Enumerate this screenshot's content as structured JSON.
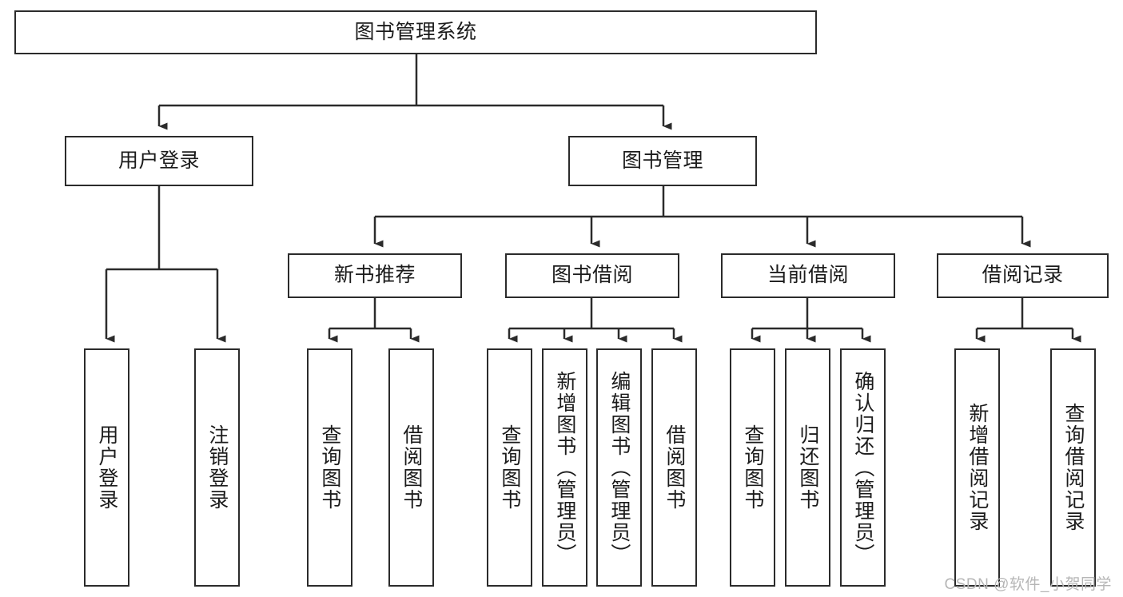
{
  "diagram": {
    "type": "tree-hierarchy-functional-decomposition",
    "title": "图书管理系统",
    "watermark": "CSDN @软件_小贺同学",
    "colors": {
      "stroke": "#2b2b2b",
      "fill": "#ffffff",
      "text": "#1b1b1b",
      "watermark": "#b6b6b6"
    },
    "levels": [
      {
        "level": 0,
        "nodes": [
          {
            "id": "root",
            "label": "图书管理系统",
            "orientation": "horizontal"
          }
        ]
      },
      {
        "level": 1,
        "nodes": [
          {
            "id": "login",
            "label": "用户登录",
            "orientation": "horizontal",
            "parent": "root"
          },
          {
            "id": "bookmgmt",
            "label": "图书管理",
            "orientation": "horizontal",
            "parent": "root"
          }
        ]
      },
      {
        "level": 2,
        "nodes": [
          {
            "id": "newbook",
            "label": "新书推荐",
            "orientation": "horizontal",
            "parent": "bookmgmt"
          },
          {
            "id": "borrow",
            "label": "图书借阅",
            "orientation": "horizontal",
            "parent": "bookmgmt"
          },
          {
            "id": "current",
            "label": "当前借阅",
            "orientation": "horizontal",
            "parent": "bookmgmt"
          },
          {
            "id": "record",
            "label": "借阅记录",
            "orientation": "horizontal",
            "parent": "bookmgmt"
          }
        ]
      },
      {
        "level": 3,
        "nodes": [
          {
            "id": "leaf1",
            "label": "用户登录",
            "orientation": "vertical",
            "parent": "login"
          },
          {
            "id": "leaf2",
            "label": "注销登录",
            "orientation": "vertical",
            "parent": "login"
          },
          {
            "id": "leaf3",
            "label": "查询图书",
            "orientation": "vertical",
            "parent": "newbook"
          },
          {
            "id": "leaf4",
            "label": "借阅图书",
            "orientation": "vertical",
            "parent": "newbook"
          },
          {
            "id": "leaf5",
            "label": "查询图书",
            "orientation": "vertical",
            "parent": "borrow"
          },
          {
            "id": "leaf6",
            "label": "新增图书（管理员）",
            "orientation": "vertical",
            "parent": "borrow"
          },
          {
            "id": "leaf7",
            "label": "编辑图书（管理员）",
            "orientation": "vertical",
            "parent": "borrow"
          },
          {
            "id": "leaf8",
            "label": "借阅图书",
            "orientation": "vertical",
            "parent": "borrow"
          },
          {
            "id": "leaf9",
            "label": "查询图书",
            "orientation": "vertical",
            "parent": "current"
          },
          {
            "id": "leaf10",
            "label": "归还图书",
            "orientation": "vertical",
            "parent": "current"
          },
          {
            "id": "leaf11",
            "label": "确认归还（管理员）",
            "orientation": "vertical",
            "parent": "current"
          },
          {
            "id": "leaf12",
            "label": "新增借阅记录",
            "orientation": "vertical",
            "parent": "record"
          },
          {
            "id": "leaf13",
            "label": "查询借阅记录",
            "orientation": "vertical",
            "parent": "record"
          }
        ]
      }
    ]
  }
}
